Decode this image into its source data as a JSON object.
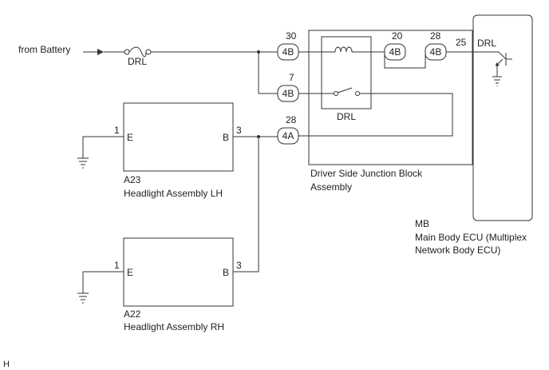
{
  "battery_label": "from Battery",
  "fuse_label": "DRL",
  "relay_label": "DRL",
  "ecu_signal_label": "DRL",
  "junction_block": {
    "name_line1": "Driver Side Junction Block",
    "name_line2": "Assembly"
  },
  "connectors": [
    {
      "pin": "30",
      "code": "4B"
    },
    {
      "pin": "7",
      "code": "4B"
    },
    {
      "pin": "28",
      "code": "4A"
    },
    {
      "pin": "20",
      "code": "4B"
    },
    {
      "pin": "28",
      "code": "4B"
    }
  ],
  "ecu": {
    "pin": "25",
    "code": "MB",
    "name_line1": "Main Body ECU (Multiplex",
    "name_line2": "Network Body ECU)"
  },
  "headlight_lh": {
    "code": "A23",
    "name": "Headlight Assembly LH",
    "pin_e": "1",
    "pin_b": "3",
    "label_e": "E",
    "label_b": "B"
  },
  "headlight_rh": {
    "code": "A22",
    "name": "Headlight Assembly RH",
    "pin_e": "1",
    "pin_b": "3",
    "label_e": "E",
    "label_b": "B"
  },
  "corner_mark": "H"
}
